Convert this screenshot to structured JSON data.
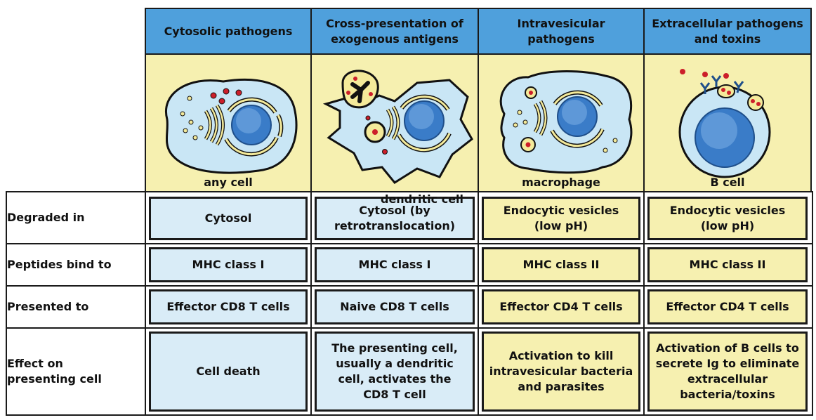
{
  "colors": {
    "header": "#4fa0dc",
    "blue_cell": "#d9ecf7",
    "yellow_cell": "#f6f0b0",
    "cytoplasm": "#c9e6f5",
    "golgi": "#f4ea9a",
    "antigen": "#cc1f2a"
  },
  "headers": [
    "Cytosolic pathogens",
    "Cross-presentation of exogenous antigens",
    "Intravesicular pathogens",
    "Extracellular pathogens and toxins"
  ],
  "cell_types": [
    "any cell",
    "dendritic cell",
    "macrophage",
    "B cell"
  ],
  "rows": [
    {
      "label": "Degraded in",
      "cells": [
        "Cytosol",
        "Cytosol (by retrotranslocation)",
        "Endocytic vesicles (low pH)",
        "Endocytic vesicles (low pH)"
      ]
    },
    {
      "label": "Peptides bind to",
      "cells": [
        "MHC class I",
        "MHC class I",
        "MHC class II",
        "MHC class II"
      ]
    },
    {
      "label": "Presented to",
      "cells": [
        "Effector CD8 T cells",
        "Naive CD8 T cells",
        "Effector CD4 T cells",
        "Effector CD4 T cells"
      ]
    },
    {
      "label": "Effect on presenting cell",
      "cells": [
        "Cell death",
        "The presenting cell, usually a dendritic cell, activates the CD8 T cell",
        "Activation to kill intravesicular bacteria and parasites",
        "Activation of B cells to secrete Ig to eliminate extracellular bacteria/toxins"
      ]
    }
  ]
}
